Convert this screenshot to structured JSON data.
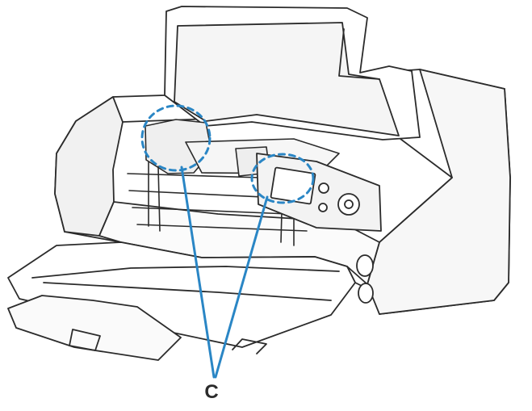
{
  "figure": {
    "callout_label": "C",
    "colors": {
      "outline": "#2b2b2b",
      "callout": "#2a86c5",
      "fill": "#ffffff",
      "shade": "#f1f1f1"
    },
    "marked_areas": [
      "left-circle",
      "right-circle"
    ]
  }
}
